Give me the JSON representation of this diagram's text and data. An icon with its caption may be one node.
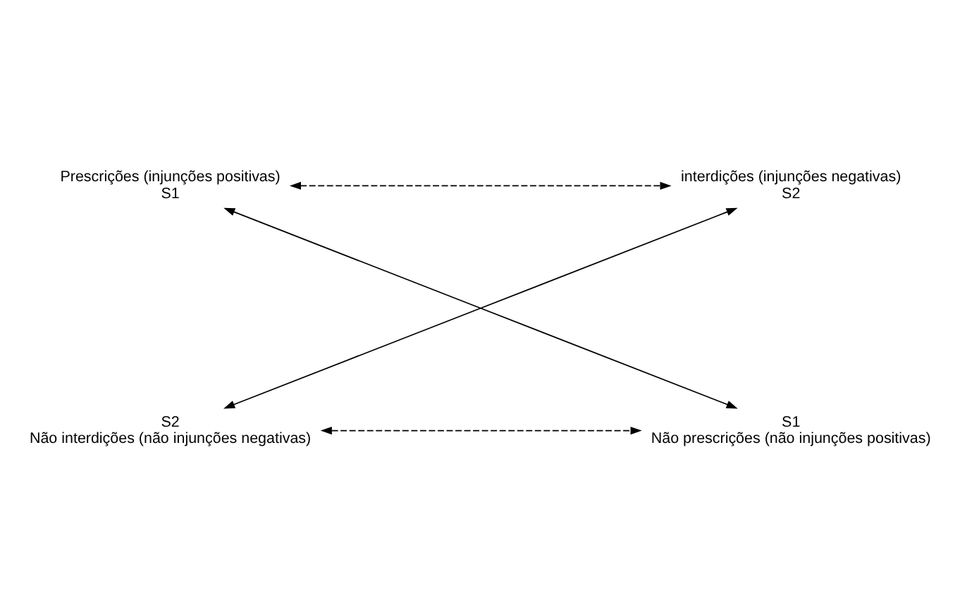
{
  "diagram": {
    "nodes": [
      {
        "text": [
          "Prescrições (injunções positivas)",
          "S1"
        ]
      },
      {
        "text": [
          "interdições (injunções negativas)",
          "S2"
        ]
      },
      {
        "text": [
          "S2",
          "Não interdições (não injunções negativas)"
        ]
      },
      {
        "text": [
          "S1",
          "Não prescrições (não injunções positivas)"
        ]
      }
    ],
    "edges": [
      {
        "from": 0,
        "to": 1,
        "arrow": "both",
        "style": "dashed"
      },
      {
        "from": 0,
        "to": 3,
        "arrow": "both"
      },
      {
        "from": 2,
        "to": 1,
        "arrow": "both"
      },
      {
        "from": 2,
        "to": 3,
        "arrow": "both",
        "style": "dashed"
      }
    ]
  }
}
